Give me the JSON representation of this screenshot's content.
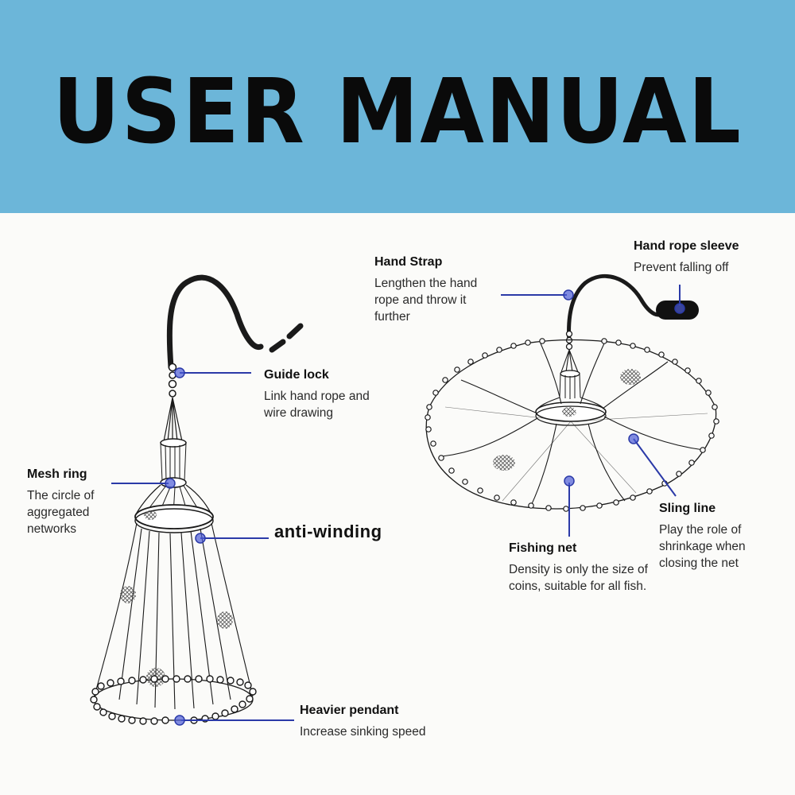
{
  "banner": {
    "title": "USER MANUAL",
    "background": "#6cb6d9"
  },
  "accent_color": "#2b3aa8",
  "callouts": {
    "guide_lock": {
      "title": "Guide lock",
      "desc": "Link hand rope and wire drawing"
    },
    "mesh_ring": {
      "title": "Mesh ring",
      "desc": "The circle of aggregated networks"
    },
    "anti_winding": {
      "title": "anti-winding"
    },
    "heavier_pendant": {
      "title": "Heavier pendant",
      "desc": "Increase sinking speed"
    },
    "hand_strap": {
      "title": "Hand Strap",
      "desc": "Lengthen the hand rope and throw it further"
    },
    "hand_rope_sleeve": {
      "title": "Hand rope sleeve",
      "desc": "Prevent falling off"
    },
    "sling_line": {
      "title": "Sling line",
      "desc": "Play the role of shrinkage when closing the net"
    },
    "fishing_net": {
      "title": "Fishing net",
      "desc": "Density is only the size of coins, suitable for all fish."
    }
  }
}
